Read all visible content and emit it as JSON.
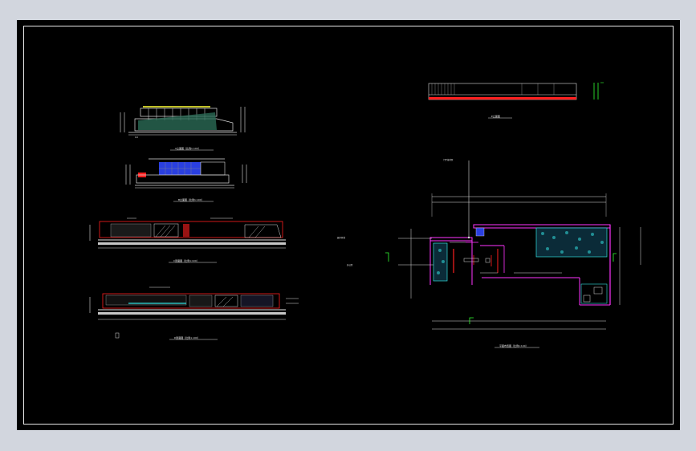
{
  "drawing": {
    "background": "#000000",
    "border_color": "#e6e6e6",
    "colors": {
      "white": "#ffffff",
      "yellow": "#ffff33",
      "red": "#ff2020",
      "magenta": "#ff33ff",
      "cyan": "#33e0e0",
      "blue": "#2a3fe0",
      "green": "#33ff33"
    },
    "elevations": [
      {
        "id": "elevation-a",
        "title": "A立面图（比例1:100）"
      },
      {
        "id": "elevation-b",
        "title": "B立面图（比例1:100）"
      }
    ],
    "sections": [
      {
        "id": "section-c",
        "title": "C剖面图（比例1:100）"
      },
      {
        "id": "section-d",
        "title": "D剖面图（比例1:100）"
      }
    ],
    "top_elevation": {
      "title": "E立面图"
    },
    "plan": {
      "title": "平面布置图（比例1:100）",
      "annotation_1": "门厅接待区",
      "annotation_2": "展示区域",
      "annotation_3": "办公区"
    }
  }
}
